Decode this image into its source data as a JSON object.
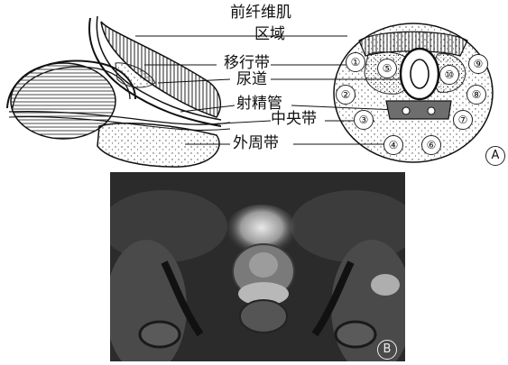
{
  "labels": {
    "anterior_fibromuscular_line1": "前纤维肌",
    "anterior_fibromuscular_line2": "区域",
    "transition_zone": "移行带",
    "urethra": "尿道",
    "ejaculatory_duct": "射精管",
    "central_zone": "中央带",
    "peripheral_zone": "外周带"
  },
  "numbers": [
    "①",
    "②",
    "③",
    "④",
    "⑤",
    "⑥",
    "⑦",
    "⑧",
    "⑨",
    "⑩"
  ],
  "panel_tags": {
    "a": "A",
    "b": "B"
  },
  "colors": {
    "ink": "#111111",
    "mri_bg": "#2b2b2b"
  }
}
